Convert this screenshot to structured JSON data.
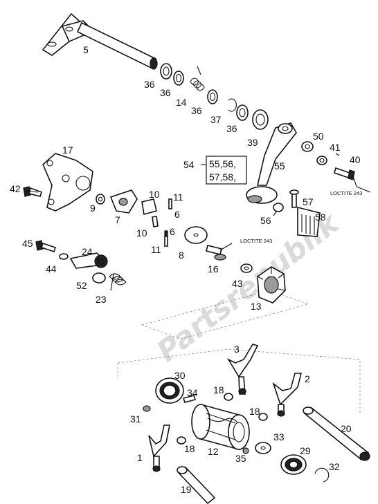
{
  "diagram": {
    "watermark": "Partsrepublik",
    "parts": [
      {
        "id": "p5",
        "label": "5"
      },
      {
        "id": "p36a",
        "label": "36"
      },
      {
        "id": "p36b",
        "label": "36"
      },
      {
        "id": "p14",
        "label": "14"
      },
      {
        "id": "p36c",
        "label": "36"
      },
      {
        "id": "p37",
        "label": "37"
      },
      {
        "id": "p36d",
        "label": "36"
      },
      {
        "id": "p39",
        "label": "39"
      },
      {
        "id": "p50",
        "label": "50"
      },
      {
        "id": "p41",
        "label": "41"
      },
      {
        "id": "p40",
        "label": "40"
      },
      {
        "id": "p17",
        "label": "17"
      },
      {
        "id": "p42",
        "label": "42"
      },
      {
        "id": "p9",
        "label": "9"
      },
      {
        "id": "p7",
        "label": "7"
      },
      {
        "id": "p10a",
        "label": "10"
      },
      {
        "id": "p11a",
        "label": "11"
      },
      {
        "id": "p6a",
        "label": "6"
      },
      {
        "id": "p10b",
        "label": "10"
      },
      {
        "id": "p6b",
        "label": "6"
      },
      {
        "id": "p11b",
        "label": "11"
      },
      {
        "id": "p54",
        "label": "54"
      },
      {
        "id": "p55",
        "label": "55"
      },
      {
        "id": "p57",
        "label": "57"
      },
      {
        "id": "p56",
        "label": "56"
      },
      {
        "id": "p58",
        "label": "58"
      },
      {
        "id": "p45",
        "label": "45"
      },
      {
        "id": "p44",
        "label": "44"
      },
      {
        "id": "p24",
        "label": "24"
      },
      {
        "id": "p52",
        "label": "52"
      },
      {
        "id": "p23",
        "label": "23"
      },
      {
        "id": "p8",
        "label": "8"
      },
      {
        "id": "p16",
        "label": "16"
      },
      {
        "id": "p43",
        "label": "43"
      },
      {
        "id": "p13",
        "label": "13"
      },
      {
        "id": "p3",
        "label": "3"
      },
      {
        "id": "p2",
        "label": "2"
      },
      {
        "id": "p30",
        "label": "30"
      },
      {
        "id": "p34",
        "label": "34"
      },
      {
        "id": "p18a",
        "label": "18"
      },
      {
        "id": "p18b",
        "label": "18"
      },
      {
        "id": "p31",
        "label": "31"
      },
      {
        "id": "p20",
        "label": "20"
      },
      {
        "id": "p33",
        "label": "33"
      },
      {
        "id": "p1",
        "label": "1"
      },
      {
        "id": "p18c",
        "label": "18"
      },
      {
        "id": "p12",
        "label": "12"
      },
      {
        "id": "p35",
        "label": "35"
      },
      {
        "id": "p29",
        "label": "29"
      },
      {
        "id": "p32",
        "label": "32"
      },
      {
        "id": "p19",
        "label": "19"
      }
    ],
    "kit_box": {
      "line1": "55,56,",
      "line2": "57,58,"
    },
    "notes": {
      "loctite_a": "LOCTITE 243",
      "loctite_b": "LOCTITE 243"
    }
  }
}
